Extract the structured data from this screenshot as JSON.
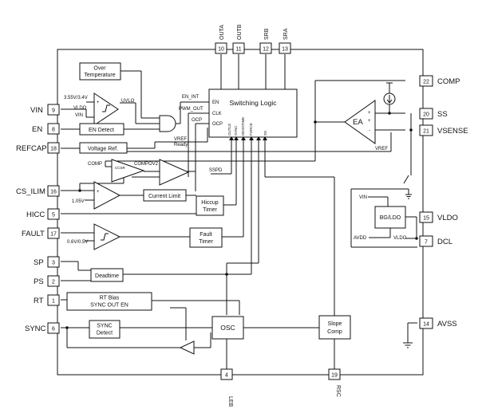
{
  "pins": {
    "vin": {
      "num": "9",
      "name": "VIN"
    },
    "en": {
      "num": "8",
      "name": "EN"
    },
    "refcap": {
      "num": "18",
      "name": "REFCAP"
    },
    "csilim": {
      "num": "16",
      "name": "CS_ILIM"
    },
    "hicc": {
      "num": "5",
      "name": "HICC"
    },
    "fault": {
      "num": "17",
      "name": "FAULT"
    },
    "sp": {
      "num": "3",
      "name": "SP"
    },
    "ps": {
      "num": "2",
      "name": "PS"
    },
    "rt": {
      "num": "1",
      "name": "RT"
    },
    "sync": {
      "num": "6",
      "name": "SYNC"
    },
    "outa": {
      "num": "10",
      "name": "OUTA"
    },
    "outb": {
      "num": "11",
      "name": "OUTB"
    },
    "srb": {
      "num": "12",
      "name": "SRB"
    },
    "sra": {
      "num": "13",
      "name": "SRA"
    },
    "comp": {
      "num": "22",
      "name": "COMP"
    },
    "ss": {
      "num": "20",
      "name": "SS"
    },
    "vsense": {
      "num": "21",
      "name": "VSENSE"
    },
    "vldo": {
      "num": "15",
      "name": "VLDO"
    },
    "dcl": {
      "num": "7",
      "name": "DCL"
    },
    "avss": {
      "num": "14",
      "name": "AVSS"
    },
    "leb": {
      "num": "4",
      "name": "LEB"
    },
    "rsc": {
      "num": "19",
      "name": "RSC"
    }
  },
  "blocks": {
    "over_temp_1": "Over",
    "over_temp_2": "Temperature",
    "switching_logic": "Switching Logic",
    "en_detect": "EN Detect",
    "voltage_ref": "Voltage Ref.",
    "current_limit": "Current Limit",
    "hiccup_1": "Hiccup",
    "hiccup_2": "Timer",
    "fault_timer_1": "Fault",
    "fault_timer_2": "Timer",
    "deadtime": "Deadtime",
    "rt_bias_1": "RT Bias",
    "rt_bias_2": "SYNC OUT EN",
    "sync_detect_1": "SYNC",
    "sync_detect_2": "Detect",
    "osc": "OSC",
    "slope_comp_1": "Slope",
    "slope_comp_2": "Comp",
    "bg_ldo": "BG/LDO",
    "ea": "EA"
  },
  "signals": {
    "uvlo": "UVLO",
    "uvlo_thresh": "3.55V/3.4V",
    "vldo_in": "VLDO",
    "vin_in": "VIN",
    "en_int": "EN_INT",
    "pwm_out": "PWM_OUT",
    "ocp": "OCP",
    "vref_ready_1": "VREF",
    "vref_ready_2": "Ready",
    "comp": "COMP",
    "compov2": "COMPOV2",
    "ccs": "CCSR",
    "sspd": "SSPD",
    "v105": "1.05V",
    "fault_thresh": "0.6V/0.5V",
    "vref": "VREF",
    "vin_ldo": "VIN",
    "avdd": "AVDD",
    "vldo_out": "VLDO",
    "sl_en": "EN",
    "sl_clk": "CLK",
    "sl_ocp": "OCP",
    "sl_in1": "OUTLD",
    "sl_in2": "SYNC",
    "sl_in3": "DEADTIME",
    "sl_in4": "FORCE",
    "sl_in5": "SS"
  }
}
